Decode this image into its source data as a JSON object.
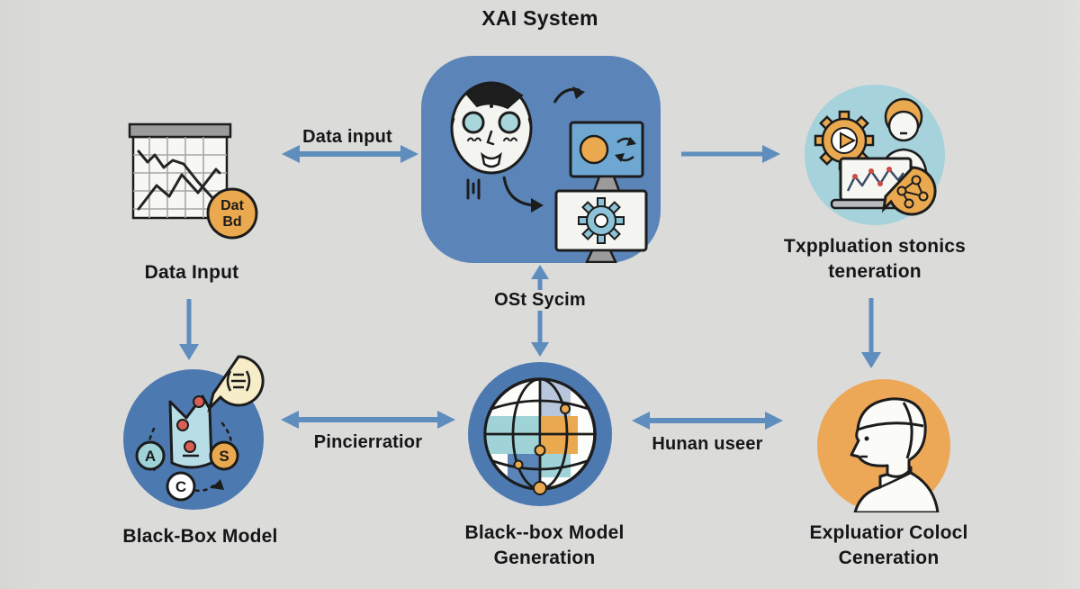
{
  "title": "XAI System",
  "colors": {
    "background": "#dbdbda",
    "arrow_blue": "#5f8dbd",
    "core_box_blue": "#5b84b8",
    "node_circle_blue": "#4d79b1",
    "teal_circle": "#a5d2db",
    "teal_light": "#9fd3d8",
    "orange": "#eba94f",
    "cream_bubble": "#f7edc8",
    "red_dot": "#d95e55",
    "text": "#161616"
  },
  "nodes": {
    "data_input": {
      "label": "Data Input",
      "badge_line1": "Dat",
      "badge_line2": "Bd"
    },
    "xai_core": {},
    "explanation_statistics": {
      "label_line1": "Txppluation stonics",
      "label_line2": "teneration"
    },
    "black_box_model": {
      "label": "Black-Box Model",
      "letters": [
        "A",
        "C",
        "S"
      ]
    },
    "model_generation": {
      "label_line1": "Black--box Model",
      "label_line2": "Generation"
    },
    "explanation_user": {
      "label_line1": "Expluatior Colocl",
      "label_line2": "Ceneration"
    }
  },
  "edges": {
    "data_input_arrow_label": "Data input",
    "ost_sycim_label": "OSt Sycim",
    "pincierratior_label": "Pincierratior",
    "hunan_useer_label": "Hunan useer"
  }
}
